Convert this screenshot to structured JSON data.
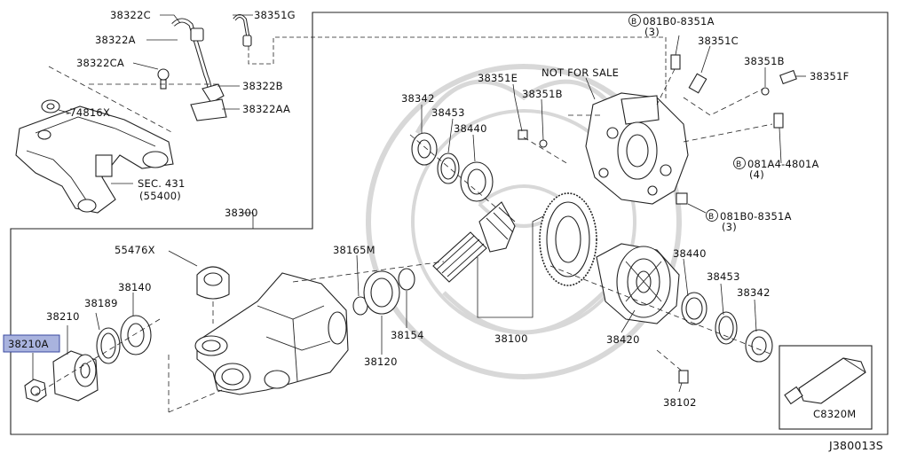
{
  "diagram_id": "J380013S",
  "not_for_sale": "NOT FOR SALE",
  "highlight": {
    "part": "38210A",
    "color": "#a9b3de"
  },
  "labels": {
    "p38322C": "38322C",
    "p38351G": "38351G",
    "p38322A": "38322A",
    "p38322CA": "38322CA",
    "p38322B": "38322B",
    "p74816X": "74816X",
    "p38322AA": "38322AA",
    "sec431": "SEC. 431",
    "sec431_sub": "(55400)",
    "p38300": "38300",
    "p55476X": "55476X",
    "p38140": "38140",
    "p38189": "38189",
    "p38210": "38210",
    "p38210A": "38210A",
    "p38165M": "38165M",
    "p38120": "38120",
    "p38154": "38154",
    "p38100": "38100",
    "p38342a": "38342",
    "p38453a": "38453",
    "p38440a": "38440",
    "p38351E": "38351E",
    "p38351Ba": "38351B",
    "b08180_top": "081B0-8351A",
    "b08180_top_qty": "(3)",
    "p38351C": "38351C",
    "p38351Bb": "38351B",
    "p38351F": "38351F",
    "b081A4": "081A4-4801A",
    "b081A4_qty": "(4)",
    "b08180_bot": "081B0-8351A",
    "b08180_bot_qty": "(3)",
    "p38440b": "38440",
    "p38453b": "38453",
    "p38342b": "38342",
    "p38420": "38420",
    "p38102": "38102",
    "pC8320M": "C8320M",
    "circle_b": "B"
  }
}
